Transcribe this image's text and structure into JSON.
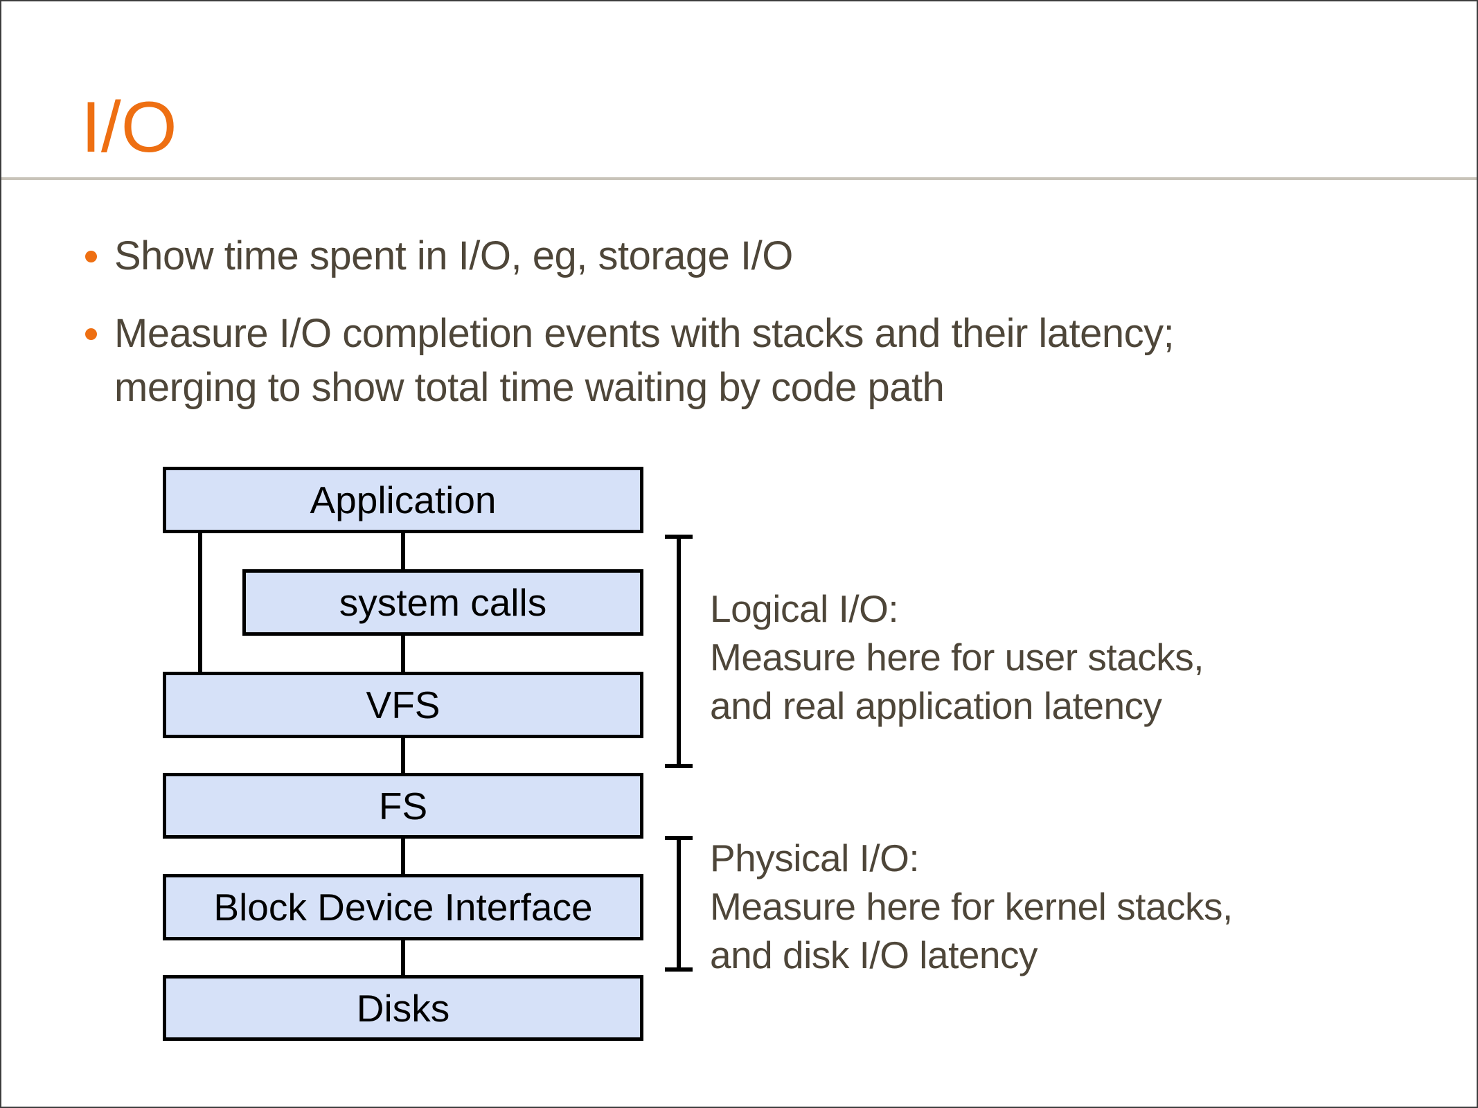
{
  "slide": {
    "title": "I/O",
    "bullets": [
      {
        "lines": [
          "Show time spent in I/O, eg, storage I/O"
        ]
      },
      {
        "lines": [
          "Measure I/O completion events with stacks and their latency;",
          "merging to show total time waiting by code path"
        ]
      }
    ]
  },
  "diagram": {
    "boxes": [
      {
        "label": "Application"
      },
      {
        "label": "system calls"
      },
      {
        "label": "VFS"
      },
      {
        "label": "FS"
      },
      {
        "label": "Block Device Interface"
      },
      {
        "label": "Disks"
      }
    ],
    "annotations": [
      {
        "id": "logical-io",
        "lines": [
          "Logical I/O:",
          "Measure here for user stacks,",
          "and real application latency"
        ]
      },
      {
        "id": "physical-io",
        "lines": [
          "Physical I/O:",
          "Measure here for kernel stacks,",
          "and disk I/O latency"
        ]
      }
    ]
  },
  "colors": {
    "accent_orange": "#EE6F12",
    "body_text": "#4E4639",
    "box_fill": "#D6E1F8",
    "box_border": "#000000",
    "connector_black": "#000000",
    "divider_gray": "#C8C3B9",
    "slide_border": "#3D3D3D",
    "background": "#FFFFFF"
  }
}
